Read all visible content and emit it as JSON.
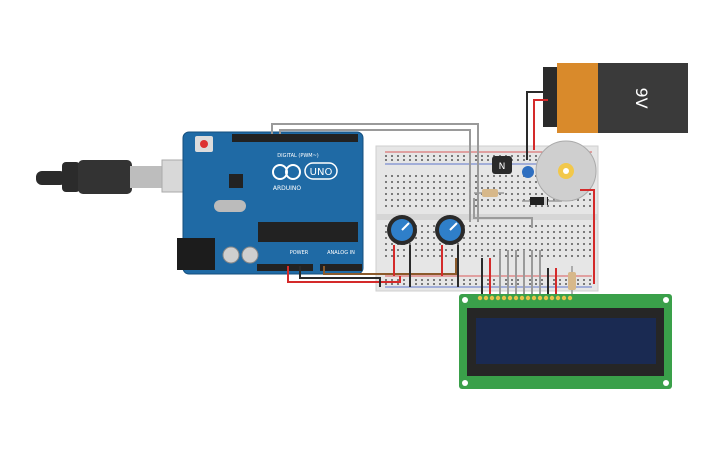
{
  "battery": {
    "label": "9V",
    "body_color": "#3a3a3a",
    "cap_color": "#d98a2b"
  },
  "arduino": {
    "logo_text": "ARDUINO",
    "model_text": "UNO",
    "header_digital": "DIGITAL (PWM~)",
    "header_power": "POWER",
    "header_analog": "ANALOG IN",
    "board_color": "#1f6aa5"
  },
  "transistor": {
    "label": "N"
  },
  "lcd": {
    "board_color": "#3aa04a",
    "screen_color": "#1a2a52"
  },
  "wire_colors": {
    "red": "#d42a2a",
    "black": "#2a2a2a",
    "gray": "#9a9a9a",
    "brown": "#8b5a2b"
  }
}
